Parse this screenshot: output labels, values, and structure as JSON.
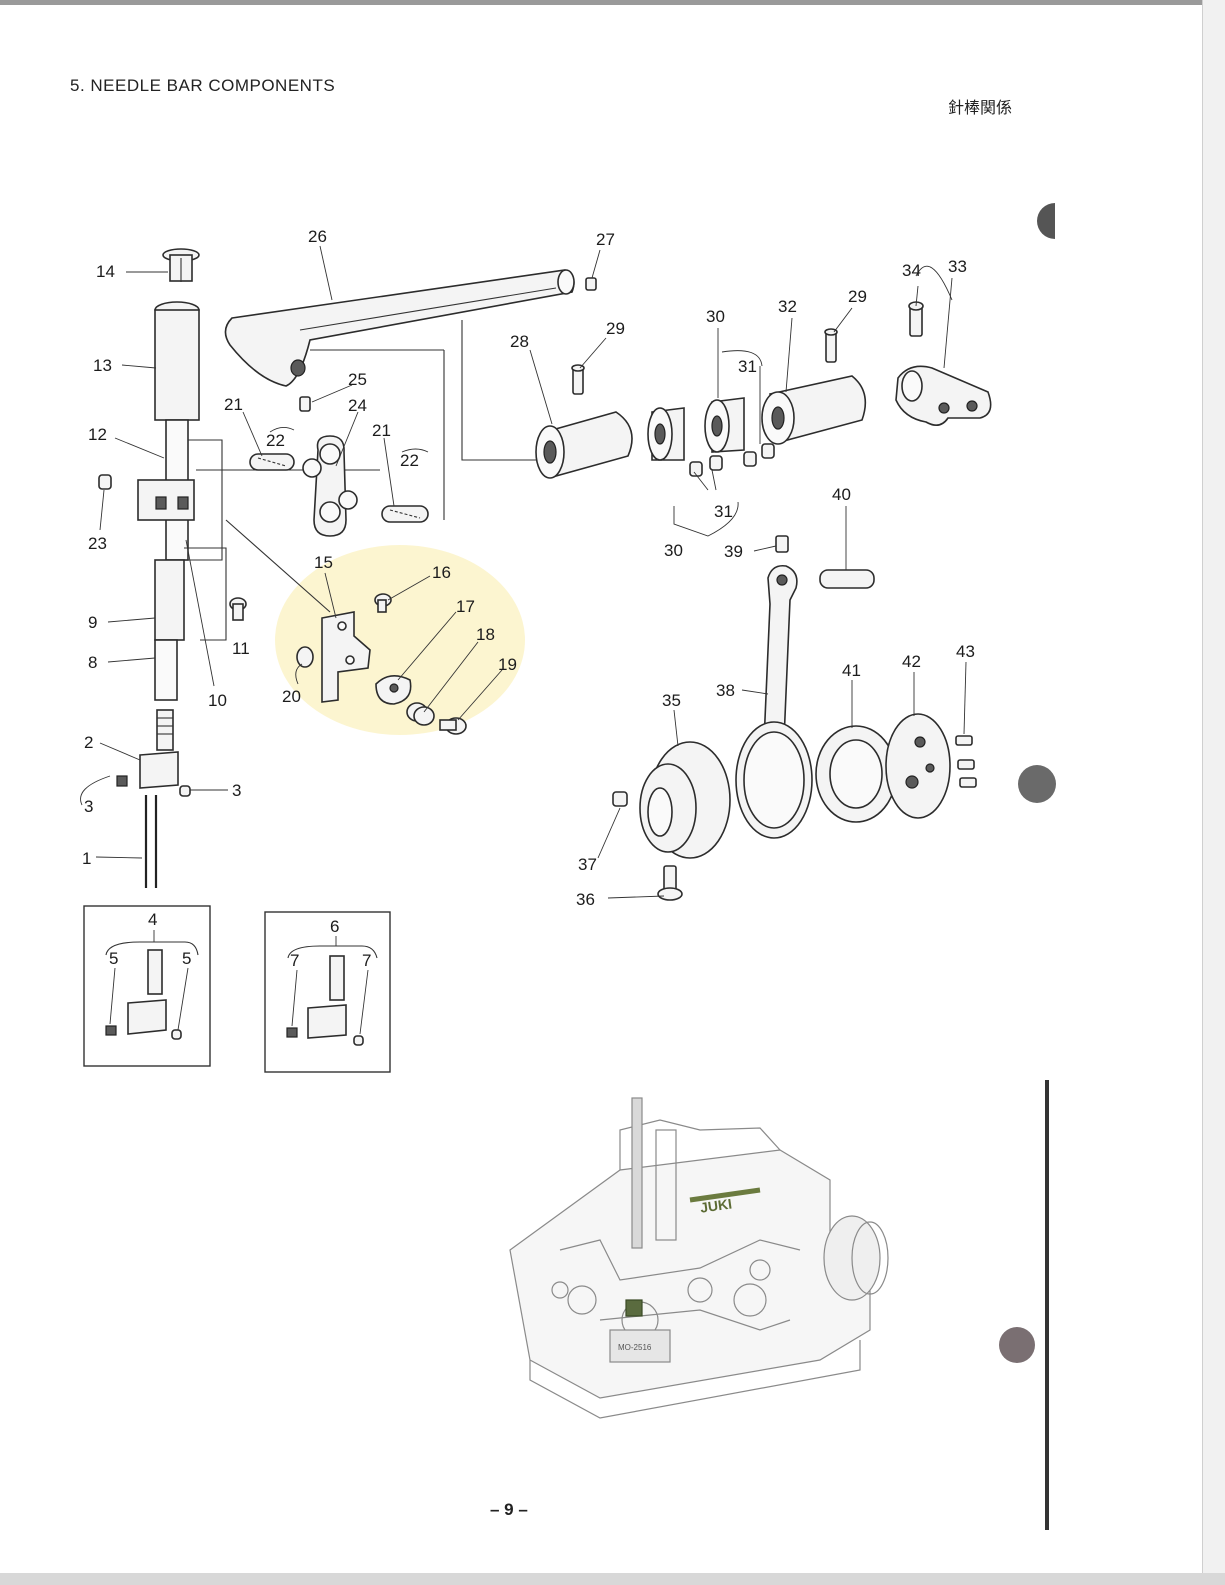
{
  "page": {
    "title": "5. NEEDLE BAR COMPONENTS",
    "title_jp": "針棒関係",
    "page_number": "– 9 –"
  },
  "callouts": [
    "1",
    "2",
    "3",
    "3",
    "4",
    "5",
    "5",
    "6",
    "7",
    "7",
    "8",
    "9",
    "10",
    "11",
    "12",
    "13",
    "14",
    "15",
    "16",
    "17",
    "18",
    "19",
    "20",
    "21",
    "21",
    "22",
    "22",
    "23",
    "24",
    "25",
    "26",
    "27",
    "28",
    "29",
    "29",
    "30",
    "30",
    "31",
    "31",
    "32",
    "33",
    "34",
    "35",
    "36",
    "37",
    "38",
    "39",
    "40",
    "41",
    "42",
    "43"
  ],
  "machine_illustration": {
    "brand_logo_text": "JUKI",
    "plate_text": "MO-2516"
  }
}
